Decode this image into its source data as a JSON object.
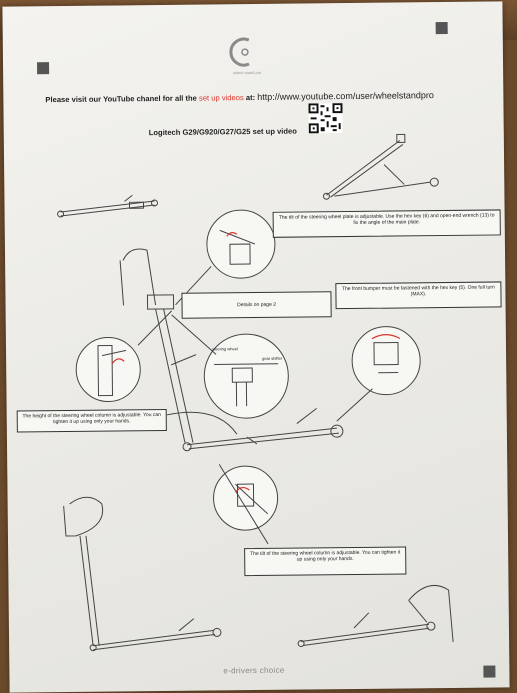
{
  "brand": {
    "logo_text": "wheel stand pro"
  },
  "header": {
    "visit_prefix": "Please visit our YouTube chanel for all the ",
    "visit_highlight": "set up videos",
    "visit_suffix": " at: ",
    "url": "http://www.youtube.com/user/wheelstandpro",
    "video_title": "Logitech G29/G920/G27/G25 set up video"
  },
  "notes": {
    "wheel_plate": "The tilt of the steering wheel plate is adjustable. Use the hex key (6) and open-end wrench (13) to fix the angle of the main plate.",
    "details": "Details on page 2",
    "front_bumper": "The front bumper must be fastened with the hex key (5). One full turn (MAX).",
    "column_height": "The height of the steering wheel column is adjustable. You can tighten it up using only your hands.",
    "column_tilt": "The tilt of the steering wheel column is adjustable. You can tighten it up using only your hands."
  },
  "inset_labels": {
    "steering_wheel": "steering wheel",
    "gear_shifter": "gear shifter"
  },
  "footer": {
    "text": "e-drivers  choice"
  },
  "colors": {
    "accent_red": "#d9332b",
    "ink": "#222222",
    "paper": "#f0efea"
  }
}
